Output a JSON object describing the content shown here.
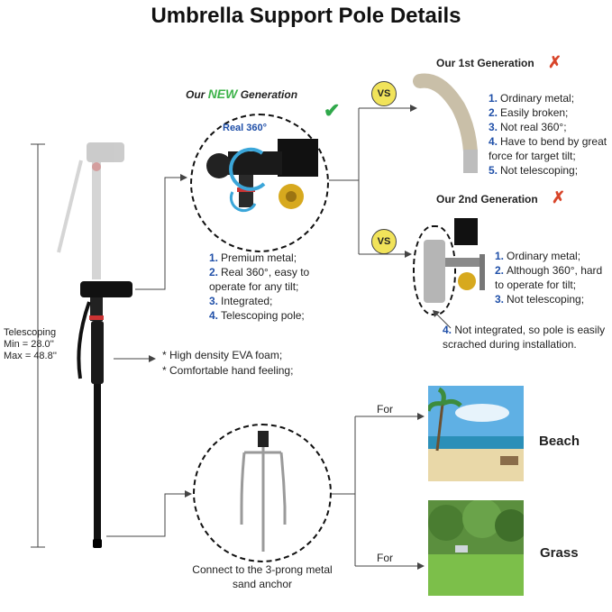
{
  "title": "Umbrella Support Pole Details",
  "telescoping": {
    "label": "Telescoping",
    "min": "Min = 28.0''",
    "max": "Max = 48.8''"
  },
  "new_generation": {
    "prefix": "Our",
    "highlight": "NEW",
    "suffix": "Generation",
    "badge": "Real 360°",
    "features": [
      {
        "num": "1.",
        "text": "Premium metal;"
      },
      {
        "num": "2.",
        "text": "Real 360°, easy to operate for any tilt;"
      },
      {
        "num": "3.",
        "text": "Integrated;"
      },
      {
        "num": "4.",
        "text": "Telescoping pole;"
      }
    ]
  },
  "foam_notes": [
    "* High density EVA foam;",
    "* Comfortable hand feeling;"
  ],
  "vs_label": "VS",
  "first_generation": {
    "title": "Our 1st Generation",
    "items": [
      {
        "num": "1.",
        "text": "Ordinary metal;"
      },
      {
        "num": "2.",
        "text": "Easily broken;"
      },
      {
        "num": "3.",
        "text": "Not real 360°;"
      },
      {
        "num": "4.",
        "text": "Have to bend by great force for target tilt;"
      },
      {
        "num": "5.",
        "text": "Not telescoping;"
      }
    ]
  },
  "second_generation": {
    "title": "Our 2nd Generation",
    "items": [
      {
        "num": "1.",
        "text": "Ordinary metal;"
      },
      {
        "num": "2.",
        "text": "Although 360°, hard to operate for tilt;"
      },
      {
        "num": "3.",
        "text": "Not telescoping;"
      }
    ],
    "note_num": "4.",
    "note": "Not integrated, so pole is easily scrached during installation."
  },
  "anchor_caption": "Connect to the 3-prong metal sand anchor",
  "for_label": "For",
  "beach_label": "Beach",
  "grass_label": "Grass",
  "colors": {
    "accent_blue": "#1f4fa8",
    "cross_red": "#d8452a",
    "check_green": "#2fa84a",
    "vs_yellow": "#f1e35a"
  }
}
